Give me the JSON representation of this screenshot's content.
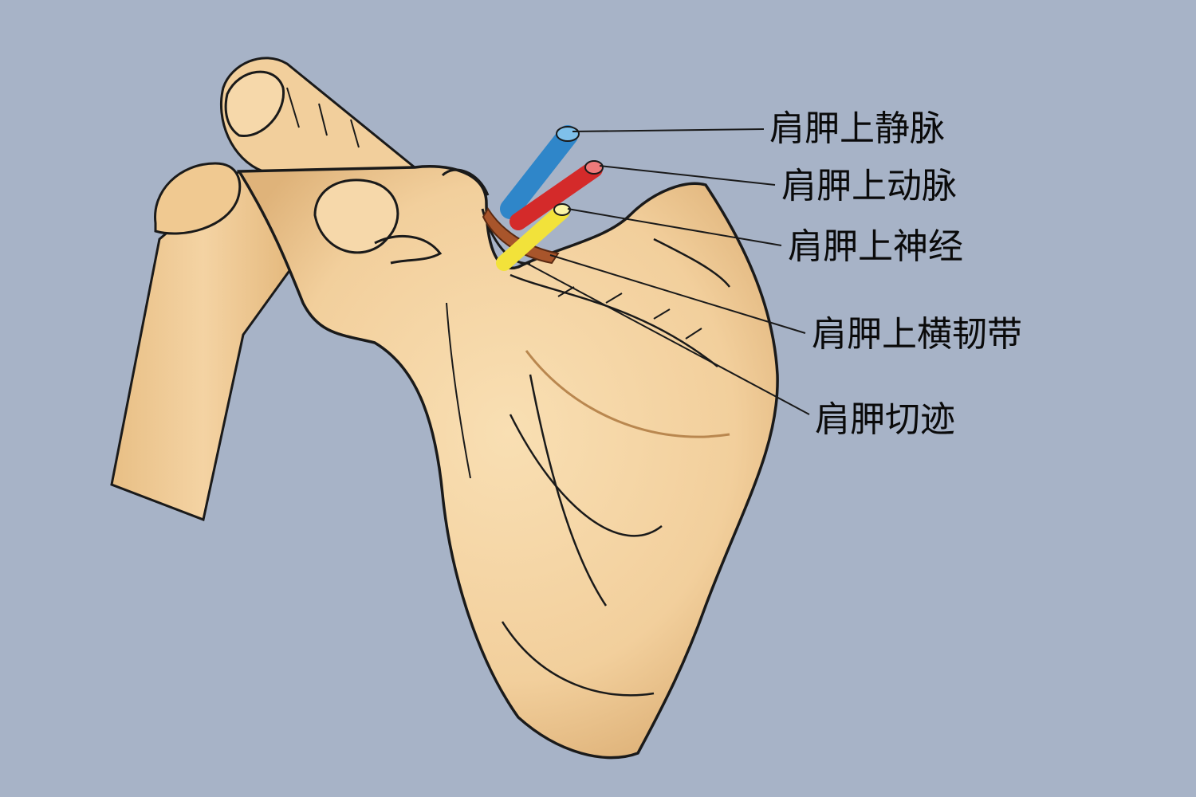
{
  "labels": {
    "suprascapular_vein": "肩胛上静脉",
    "suprascapular_artery": "肩胛上动脉",
    "suprascapular_nerve": "肩胛上神经",
    "superior_transverse_scapular_ligament": "肩胛上横韧带",
    "suprascapular_notch": "肩胛切迹"
  },
  "colors": {
    "background": "#a7b3c7",
    "bone": "#f2cf9c",
    "bone_shadow": "#d9ad74",
    "vein": "#2f86c9",
    "artery": "#d42a2a",
    "nerve": "#f2e23a",
    "ligament": "#a8552b",
    "outline": "#1a1a1a"
  }
}
